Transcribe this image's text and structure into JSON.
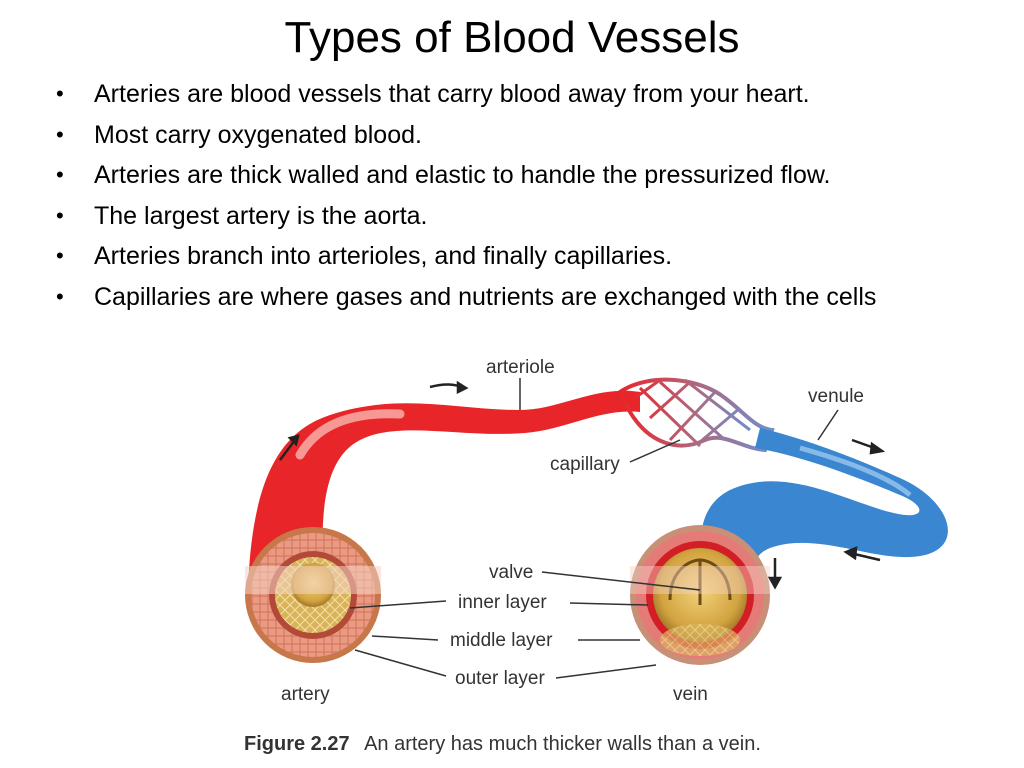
{
  "slide": {
    "title": "Types of Blood Vessels",
    "bullets": [
      "Arteries are blood vessels that carry blood away from your heart.",
      "Most carry oxygenated blood.",
      "Arteries are thick walled and elastic to handle the pressurized flow.",
      "The largest artery is the aorta.",
      "Arteries branch into arterioles, and finally capillaries.",
      "Capillaries are where gases and nutrients are exchanged with the cells"
    ],
    "bullet_glyph": "•"
  },
  "figure": {
    "labels": {
      "arteriole": "arteriole",
      "venule": "venule",
      "capillary": "capillary",
      "valve": "valve",
      "inner_layer": "inner layer",
      "middle_layer": "middle layer",
      "outer_layer": "outer layer",
      "artery": "artery",
      "vein": "vein"
    },
    "caption_number": "Figure 2.27",
    "caption_text": "An artery has much thicker walls than a vein.",
    "colors": {
      "artery_red": "#e8262a",
      "vein_blue": "#3a86d0",
      "wall_pink": "#e9907a",
      "lumen_gold": "#c8962e"
    }
  }
}
